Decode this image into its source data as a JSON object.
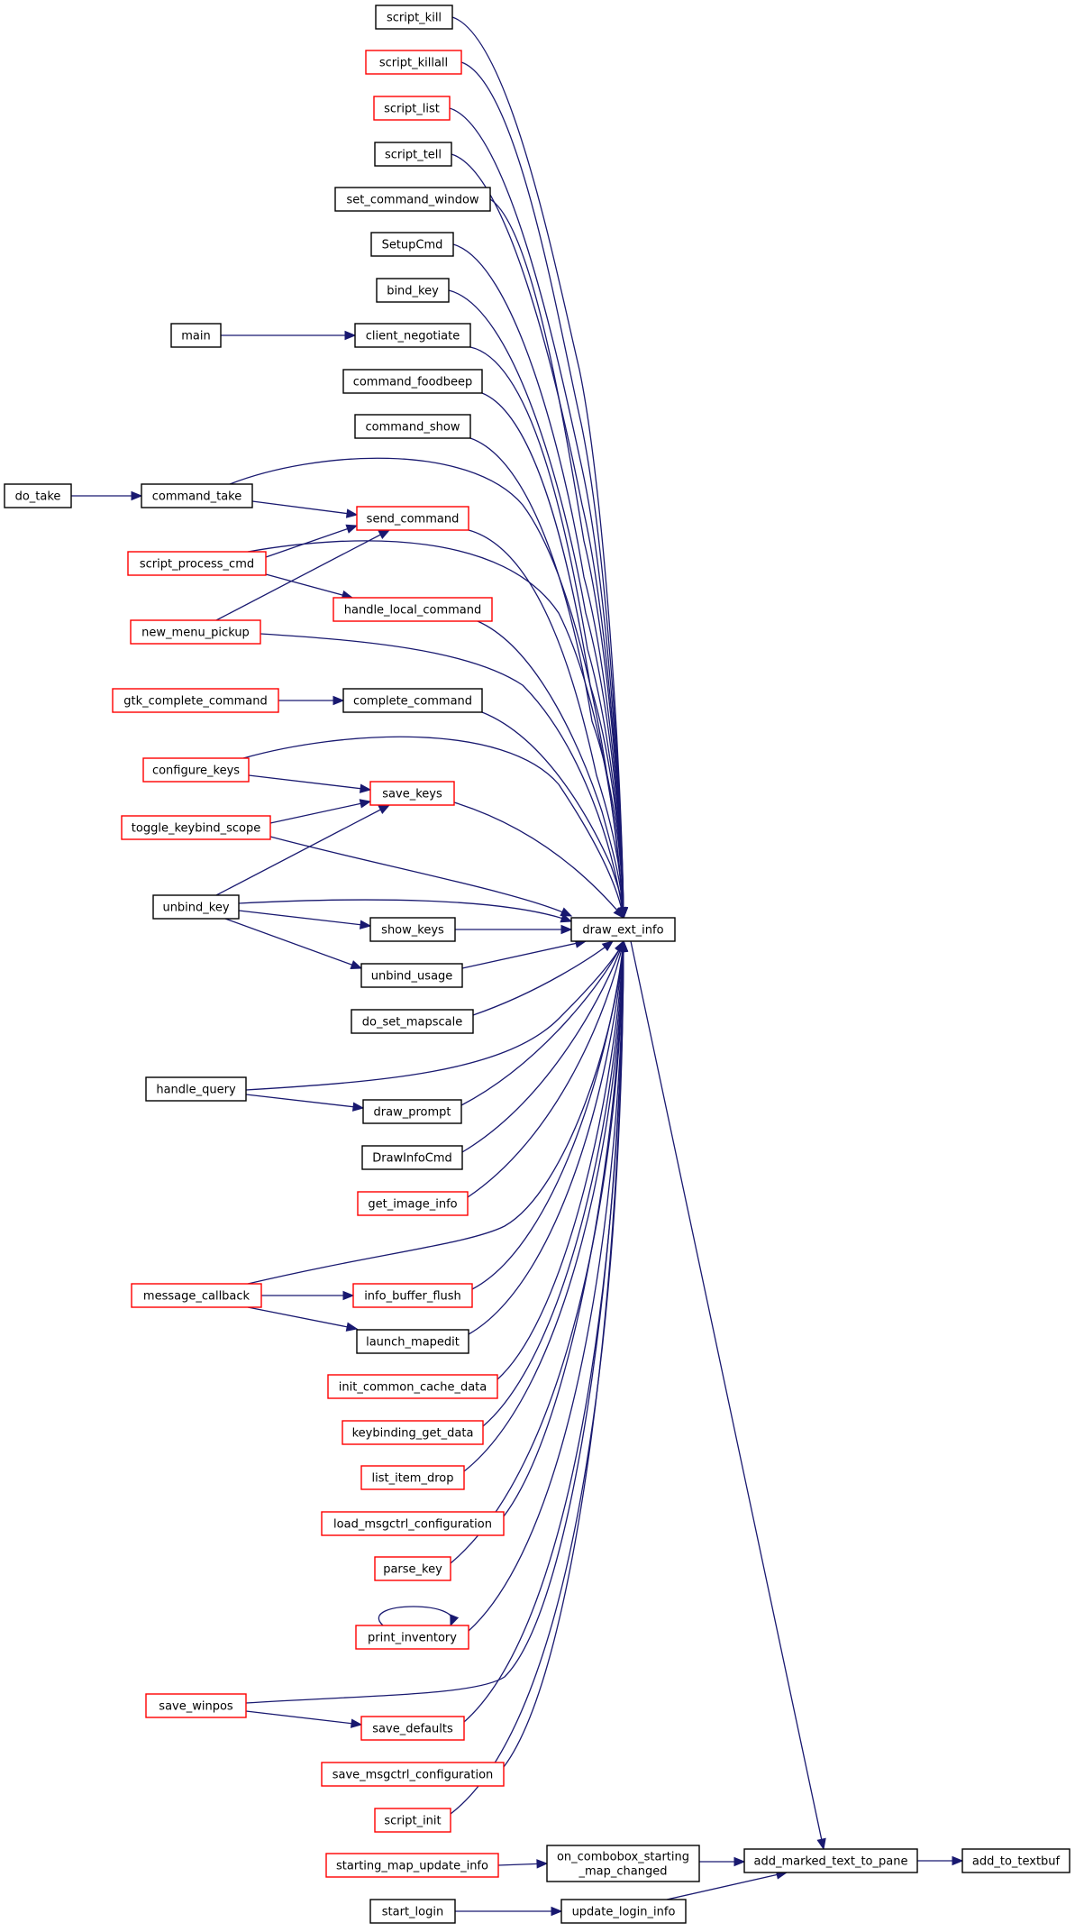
{
  "colors": {
    "edge": "#191970",
    "box_default": "#000000",
    "box_truncated": "#ff0000",
    "box_selected_fill": "#bfbfbf"
  },
  "nodes": [
    {
      "id": "script_kill",
      "label": "script_kill",
      "border": "black"
    },
    {
      "id": "script_killall",
      "label": "script_killall",
      "border": "red"
    },
    {
      "id": "script_list",
      "label": "script_list",
      "border": "red"
    },
    {
      "id": "script_tell",
      "label": "script_tell",
      "border": "black"
    },
    {
      "id": "set_command_window",
      "label": "set_command_window",
      "border": "black"
    },
    {
      "id": "SetupCmd",
      "label": "SetupCmd",
      "border": "black"
    },
    {
      "id": "bind_key",
      "label": "bind_key",
      "border": "black"
    },
    {
      "id": "main",
      "label": "main",
      "border": "black"
    },
    {
      "id": "client_negotiate",
      "label": "client_negotiate",
      "border": "black"
    },
    {
      "id": "command_foodbeep",
      "label": "command_foodbeep",
      "border": "black"
    },
    {
      "id": "command_show",
      "label": "command_show",
      "border": "black"
    },
    {
      "id": "do_take",
      "label": "do_take",
      "border": "black"
    },
    {
      "id": "command_take",
      "label": "command_take",
      "border": "black"
    },
    {
      "id": "send_command",
      "label": "send_command",
      "border": "red"
    },
    {
      "id": "script_process_cmd",
      "label": "script_process_cmd",
      "border": "red"
    },
    {
      "id": "handle_local_command",
      "label": "handle_local_command",
      "border": "red"
    },
    {
      "id": "new_menu_pickup",
      "label": "new_menu_pickup",
      "border": "red"
    },
    {
      "id": "gtk_complete_command",
      "label": "gtk_complete_command",
      "border": "red"
    },
    {
      "id": "complete_command",
      "label": "complete_command",
      "border": "black"
    },
    {
      "id": "configure_keys",
      "label": "configure_keys",
      "border": "red"
    },
    {
      "id": "save_keys",
      "label": "save_keys",
      "border": "red"
    },
    {
      "id": "toggle_keybind_scope",
      "label": "toggle_keybind_scope",
      "border": "red"
    },
    {
      "id": "unbind_key",
      "label": "unbind_key",
      "border": "black"
    },
    {
      "id": "show_keys",
      "label": "show_keys",
      "border": "black"
    },
    {
      "id": "draw_ext_info",
      "label": "draw_ext_info",
      "border": "black"
    },
    {
      "id": "unbind_usage",
      "label": "unbind_usage",
      "border": "black"
    },
    {
      "id": "do_set_mapscale",
      "label": "do_set_mapscale",
      "border": "black"
    },
    {
      "id": "handle_query",
      "label": "handle_query",
      "border": "black"
    },
    {
      "id": "draw_prompt",
      "label": "draw_prompt",
      "border": "black"
    },
    {
      "id": "DrawInfoCmd",
      "label": "DrawInfoCmd",
      "border": "black"
    },
    {
      "id": "get_image_info",
      "label": "get_image_info",
      "border": "red"
    },
    {
      "id": "message_callback",
      "label": "message_callback",
      "border": "red"
    },
    {
      "id": "info_buffer_flush",
      "label": "info_buffer_flush",
      "border": "red"
    },
    {
      "id": "launch_mapedit",
      "label": "launch_mapedit",
      "border": "black"
    },
    {
      "id": "init_common_cache_data",
      "label": "init_common_cache_data",
      "border": "red"
    },
    {
      "id": "keybinding_get_data",
      "label": "keybinding_get_data",
      "border": "red"
    },
    {
      "id": "list_item_drop",
      "label": "list_item_drop",
      "border": "red"
    },
    {
      "id": "load_msgctrl_configuration",
      "label": "load_msgctrl_configuration",
      "border": "red"
    },
    {
      "id": "parse_key",
      "label": "parse_key",
      "border": "red"
    },
    {
      "id": "print_inventory",
      "label": "print_inventory",
      "border": "red"
    },
    {
      "id": "save_winpos",
      "label": "save_winpos",
      "border": "red"
    },
    {
      "id": "save_defaults",
      "label": "save_defaults",
      "border": "red"
    },
    {
      "id": "save_msgctrl_configuration",
      "label": "save_msgctrl_configuration",
      "border": "red"
    },
    {
      "id": "script_init",
      "label": "script_init",
      "border": "red"
    },
    {
      "id": "starting_map_update_info",
      "label": "starting_map_update_info",
      "border": "red"
    },
    {
      "id": "on_combobox_starting_map_changed",
      "label": [
        "on_combobox_starting",
        "_map_changed"
      ],
      "border": "black"
    },
    {
      "id": "add_marked_text_to_pane",
      "label": "add_marked_text_to_pane",
      "border": "black"
    },
    {
      "id": "add_to_textbuf",
      "label": "add_to_textbuf",
      "border": "selected"
    },
    {
      "id": "start_login",
      "label": "start_login",
      "border": "black"
    },
    {
      "id": "update_login_info",
      "label": "update_login_info",
      "border": "black"
    }
  ],
  "edges": [
    [
      "script_kill",
      "draw_ext_info"
    ],
    [
      "script_killall",
      "draw_ext_info"
    ],
    [
      "script_list",
      "draw_ext_info"
    ],
    [
      "script_tell",
      "draw_ext_info"
    ],
    [
      "set_command_window",
      "draw_ext_info"
    ],
    [
      "SetupCmd",
      "draw_ext_info"
    ],
    [
      "bind_key",
      "draw_ext_info"
    ],
    [
      "main",
      "client_negotiate"
    ],
    [
      "client_negotiate",
      "draw_ext_info"
    ],
    [
      "command_foodbeep",
      "draw_ext_info"
    ],
    [
      "command_show",
      "draw_ext_info"
    ],
    [
      "do_take",
      "command_take"
    ],
    [
      "command_take",
      "draw_ext_info"
    ],
    [
      "command_take",
      "send_command"
    ],
    [
      "send_command",
      "draw_ext_info"
    ],
    [
      "script_process_cmd",
      "send_command"
    ],
    [
      "script_process_cmd",
      "draw_ext_info"
    ],
    [
      "script_process_cmd",
      "handle_local_command"
    ],
    [
      "handle_local_command",
      "draw_ext_info"
    ],
    [
      "new_menu_pickup",
      "send_command"
    ],
    [
      "new_menu_pickup",
      "draw_ext_info"
    ],
    [
      "gtk_complete_command",
      "complete_command"
    ],
    [
      "complete_command",
      "draw_ext_info"
    ],
    [
      "configure_keys",
      "draw_ext_info"
    ],
    [
      "configure_keys",
      "save_keys"
    ],
    [
      "save_keys",
      "draw_ext_info"
    ],
    [
      "toggle_keybind_scope",
      "save_keys"
    ],
    [
      "toggle_keybind_scope",
      "draw_ext_info"
    ],
    [
      "unbind_key",
      "save_keys"
    ],
    [
      "unbind_key",
      "draw_ext_info"
    ],
    [
      "unbind_key",
      "show_keys"
    ],
    [
      "unbind_key",
      "unbind_usage"
    ],
    [
      "show_keys",
      "draw_ext_info"
    ],
    [
      "unbind_usage",
      "draw_ext_info"
    ],
    [
      "do_set_mapscale",
      "draw_ext_info"
    ],
    [
      "handle_query",
      "draw_ext_info"
    ],
    [
      "handle_query",
      "draw_prompt"
    ],
    [
      "draw_prompt",
      "draw_ext_info"
    ],
    [
      "DrawInfoCmd",
      "draw_ext_info"
    ],
    [
      "get_image_info",
      "draw_ext_info"
    ],
    [
      "message_callback",
      "draw_ext_info"
    ],
    [
      "message_callback",
      "info_buffer_flush"
    ],
    [
      "message_callback",
      "launch_mapedit"
    ],
    [
      "info_buffer_flush",
      "draw_ext_info"
    ],
    [
      "launch_mapedit",
      "draw_ext_info"
    ],
    [
      "init_common_cache_data",
      "draw_ext_info"
    ],
    [
      "keybinding_get_data",
      "draw_ext_info"
    ],
    [
      "list_item_drop",
      "draw_ext_info"
    ],
    [
      "load_msgctrl_configuration",
      "draw_ext_info"
    ],
    [
      "parse_key",
      "draw_ext_info"
    ],
    [
      "print_inventory",
      "draw_ext_info"
    ],
    [
      "print_inventory",
      "print_inventory"
    ],
    [
      "save_winpos",
      "draw_ext_info"
    ],
    [
      "save_winpos",
      "save_defaults"
    ],
    [
      "save_defaults",
      "draw_ext_info"
    ],
    [
      "save_msgctrl_configuration",
      "draw_ext_info"
    ],
    [
      "script_init",
      "draw_ext_info"
    ],
    [
      "draw_ext_info",
      "add_marked_text_to_pane"
    ],
    [
      "starting_map_update_info",
      "on_combobox_starting_map_changed"
    ],
    [
      "on_combobox_starting_map_changed",
      "add_marked_text_to_pane"
    ],
    [
      "add_marked_text_to_pane",
      "add_to_textbuf"
    ],
    [
      "start_login",
      "update_login_info"
    ],
    [
      "update_login_info",
      "add_marked_text_to_pane"
    ]
  ]
}
